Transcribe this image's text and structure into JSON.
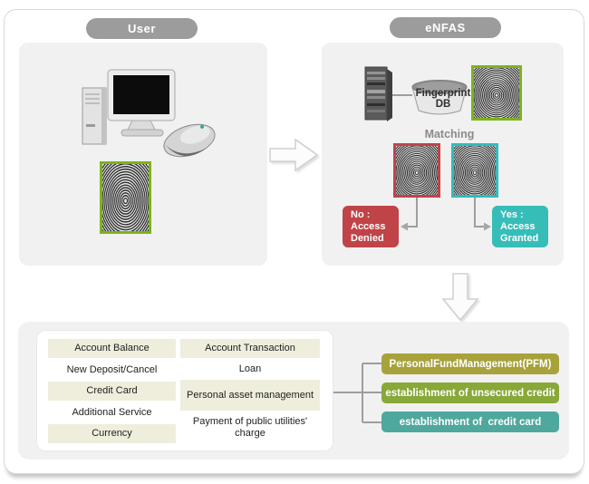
{
  "header": {
    "user": "User",
    "enfas": "eNFAS"
  },
  "enfas": {
    "db_label": {
      "line1": "Fingerprint",
      "line2": "DB"
    },
    "matching": "Matching",
    "denied": {
      "line1": "No :",
      "line2": "Access",
      "line3": "Denied"
    },
    "granted": {
      "line1": "Yes :",
      "line2": "Access",
      "line3": "Granted"
    }
  },
  "services": {
    "left": [
      "Account Balance",
      "New Deposit/Cancel",
      "Credit Card",
      "Additional Service",
      "Currency"
    ],
    "right": [
      "Account Transaction",
      "Loan",
      "Personal asset management",
      "Payment of public utilities' charge"
    ]
  },
  "products": [
    {
      "label": "PersonalFundManagement(PFM)",
      "color": "#a8a23b"
    },
    {
      "label": "establishment of unsecured credit",
      "color": "#88a837"
    },
    {
      "label": "establishment of  credit card",
      "color": "#4fa89d"
    }
  ],
  "colors": {
    "pill_bg": "#9c9c9c",
    "panel_bg": "#f1f1f1",
    "beige_cell": "#efeedd",
    "fingerprint_border_green": "#7db31c",
    "fingerprint_border_red": "#c2434a",
    "fingerprint_border_cyan": "#2fbdbd",
    "denied_bg": "#bf4347",
    "granted_bg": "#36bdb8",
    "connector_gray": "#9e9e9e"
  }
}
